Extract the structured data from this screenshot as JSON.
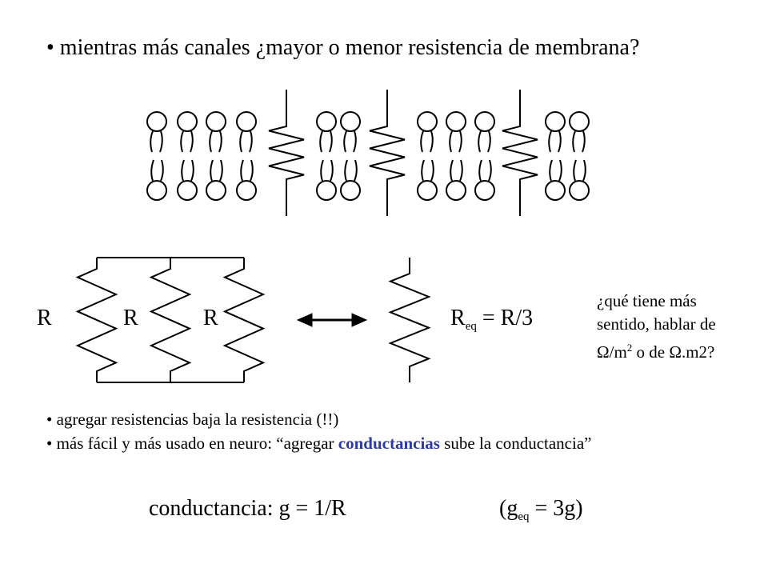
{
  "title": "• mientras más canales ¿mayor o menor resistencia de membrana?",
  "circuit": {
    "labels": [
      "R",
      "R",
      "R"
    ],
    "req_main": "R",
    "req_sub": "eq",
    "req_rest": " = R/3"
  },
  "side_question": {
    "line1": "¿qué tiene más",
    "line2": "sentido, hablar de",
    "line3_a": "Ω/m",
    "line3_sup": "2",
    "line3_b": " o de Ω.m2?"
  },
  "bullets": {
    "b1": "• agregar resistencias baja la resistencia (!!)",
    "b2_pre": "• más fácil y más usado en neuro: “agregar ",
    "b2_highlight": "conductancias",
    "b2_post": " sube la conductancia”"
  },
  "formula": {
    "left": "conductancia: g = 1/R",
    "right_open": "(g",
    "right_sub": "eq",
    "right_close": " = 3g)"
  },
  "colors": {
    "highlight": "#2d3aa8",
    "ink": "#000000"
  }
}
